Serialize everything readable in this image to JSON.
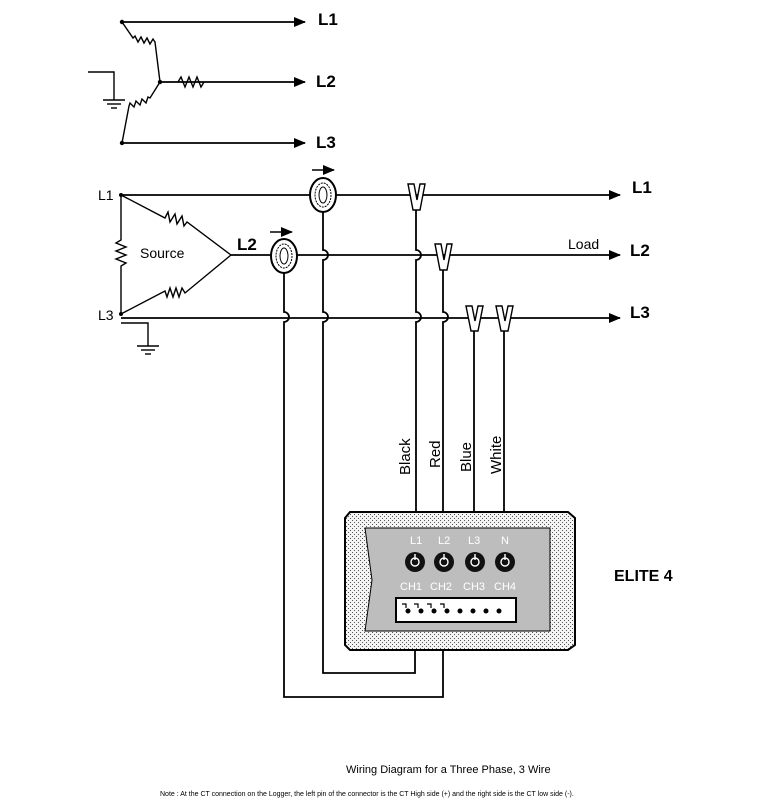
{
  "top_wye": {
    "l1_label": "L1",
    "l2_label": "L2",
    "l3_label": "L3"
  },
  "source": {
    "l1_label": "L1",
    "l2_label": "L2",
    "l3_label": "L3",
    "source_label": "Source"
  },
  "load": {
    "label": "Load",
    "l1_label": "L1",
    "l2_label": "L2",
    "l3_label": "L3"
  },
  "wires": {
    "black": "Black",
    "red": "Red",
    "blue": "Blue",
    "white": "White"
  },
  "logger": {
    "name": "ELITE 4",
    "inputs": [
      "L1",
      "L2",
      "L3",
      "N"
    ],
    "channels": [
      "CH1",
      "CH2",
      "CH3",
      "CH4"
    ]
  },
  "caption": "Wiring Diagram for a Three Phase, 3 Wire",
  "note": "Note  :  At the CT connection on the Logger, the left pin of the connector is the CT High side (+) and the right side is the CT low side (-).",
  "icons": [
    "ground-icon",
    "resistor-icon",
    "current-transformer-icon",
    "voltage-clip-icon",
    "connector-jack-icon"
  ]
}
